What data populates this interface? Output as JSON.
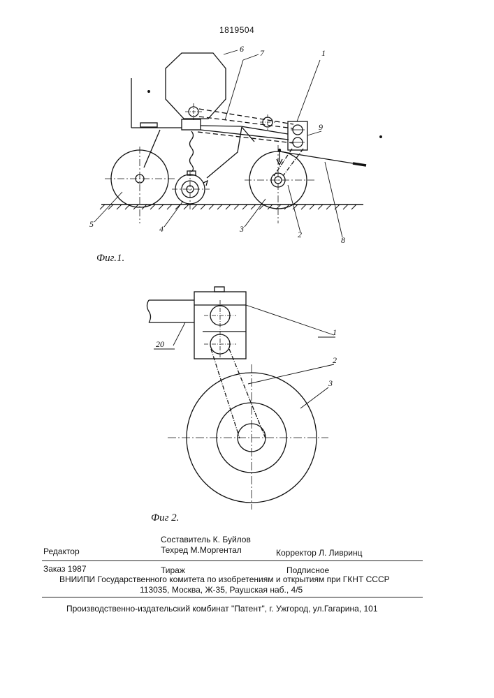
{
  "patent_number": "1819504",
  "figure1": {
    "caption": "Фиг.1.",
    "labels": {
      "l1": "1",
      "l2": "2",
      "l3": "3",
      "l4": "4",
      "l5": "5",
      "l6": "6",
      "l7": "7",
      "l8": "8",
      "l9": "9"
    }
  },
  "figure2": {
    "caption": "Фиг 2.",
    "labels": {
      "l1": "1",
      "l2": "2",
      "l3": "3",
      "l20": "20"
    }
  },
  "colophon": {
    "editor_label": "Редактор",
    "compiler": "Составитель  К. Буйлов",
    "techred": "Техред М.Моргентал",
    "corrector": "Корректор  Л. Ливринц",
    "order": "Заказ  1987",
    "circulation": "Тираж",
    "subscription": "Подписное",
    "institute": "ВНИИПИ Государственного комитета по изобретениям и открытиям при ГКНТ СССР",
    "address": "113035, Москва, Ж-35, Раушская наб., 4/5",
    "printer": "Производственно-издательский комбинат \"Патент\", г. Ужгород, ул.Гагарина, 101"
  }
}
